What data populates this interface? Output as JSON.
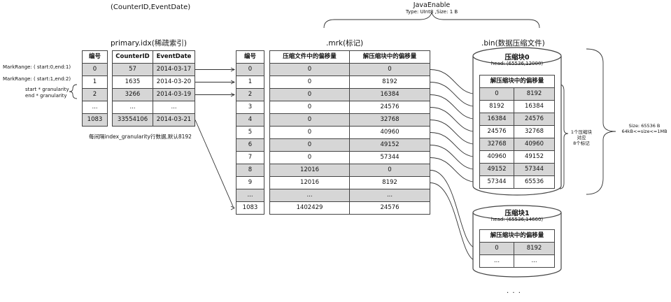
{
  "top_label": "(CounterID,EventDate)",
  "java_enable": {
    "title": "JavaEnable",
    "subtitle": "Type: UInt8 ,Size: 1 B"
  },
  "primary": {
    "title": "primary.idx(稀疏索引)",
    "headers": [
      "编号",
      "CounterID",
      "EventDate"
    ],
    "rows": [
      {
        "id": "0",
        "counter": "57",
        "date": "2014-03-17",
        "shaded": true
      },
      {
        "id": "1",
        "counter": "1635",
        "date": "2014-03-20",
        "shaded": false
      },
      {
        "id": "2",
        "counter": "3266",
        "date": "2014-03-19",
        "shaded": true
      },
      {
        "id": "...",
        "counter": "...",
        "date": "...",
        "shaded": false
      },
      {
        "id": "1083",
        "counter": "33554106",
        "date": "2014-03-21",
        "shaded": true
      }
    ],
    "note": "每间隔index_granularity行数据,默认8192"
  },
  "mark_ranges": {
    "r0": "MarkRange: ( start:0,end:1)",
    "r1": "MarkRange: ( start:1,end:2)",
    "start": "start * granularity",
    "end": "end  * granularity"
  },
  "mrk": {
    "title": ".mrk(标记)",
    "headers": [
      "编号",
      "压缩文件中的偏移量",
      "解压缩块中的偏移量"
    ],
    "rows": [
      {
        "id": "0",
        "c1": "0",
        "c2": "0",
        "shaded": true
      },
      {
        "id": "1",
        "c1": "0",
        "c2": "8192",
        "shaded": false
      },
      {
        "id": "2",
        "c1": "0",
        "c2": "16384",
        "shaded": true
      },
      {
        "id": "3",
        "c1": "0",
        "c2": "24576",
        "shaded": false
      },
      {
        "id": "4",
        "c1": "0",
        "c2": "32768",
        "shaded": true
      },
      {
        "id": "5",
        "c1": "0",
        "c2": "40960",
        "shaded": false
      },
      {
        "id": "6",
        "c1": "0",
        "c2": "49152",
        "shaded": true
      },
      {
        "id": "7",
        "c1": "0",
        "c2": "57344",
        "shaded": false
      },
      {
        "id": "8",
        "c1": "12016",
        "c2": "0",
        "shaded": true
      },
      {
        "id": "9",
        "c1": "12016",
        "c2": "8192",
        "shaded": false
      },
      {
        "id": "...",
        "c1": "...",
        "c2": "...",
        "shaded": true
      },
      {
        "id": "1083",
        "c1": "1402429",
        "c2": "24576",
        "shaded": false
      }
    ]
  },
  "bin": {
    "title": ".bin(数据压缩文件)",
    "block0": {
      "title": "压缩块0",
      "head": "head: (65536,12000)",
      "table_title": "解压缩块中的偏移量",
      "rows": [
        [
          "0",
          "8192"
        ],
        [
          "8192",
          "16384"
        ],
        [
          "16384",
          "24576"
        ],
        [
          "24576",
          "32768"
        ],
        [
          "32768",
          "40960"
        ],
        [
          "40960",
          "49152"
        ],
        [
          "49152",
          "57344"
        ],
        [
          "57344",
          "65536"
        ]
      ]
    },
    "block1": {
      "title": "压缩块1",
      "head": "head: (65536,14660)",
      "table_title": "解压缩块中的偏移量",
      "rows": [
        [
          "0",
          "8192"
        ],
        [
          "...",
          "..."
        ]
      ]
    },
    "ellipsis": "· · ·"
  },
  "brace_note": {
    "l1": "1个压缩块",
    "l2": "对应",
    "l3": "8个标记"
  },
  "size_note": {
    "l1": "Size: 65536 B",
    "l2": "64kB<=size<=1MB"
  }
}
